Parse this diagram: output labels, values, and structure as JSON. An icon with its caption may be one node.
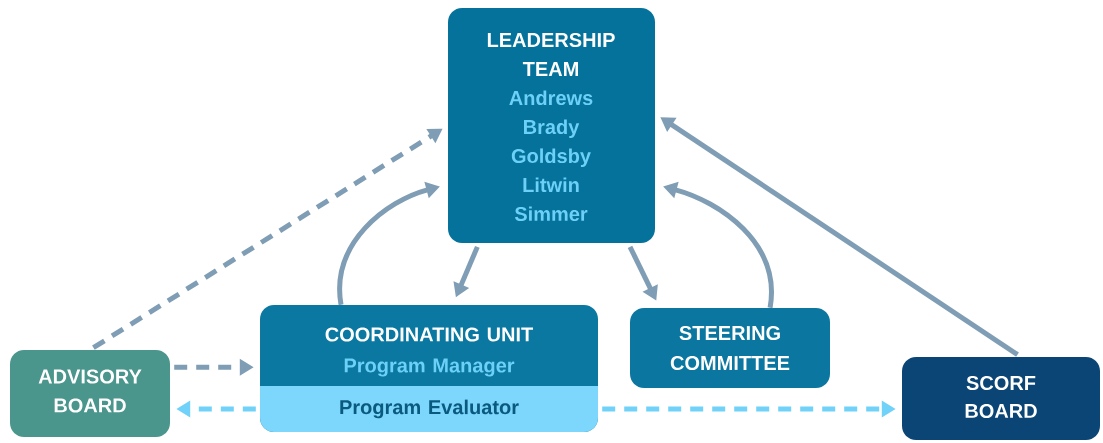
{
  "diagram": {
    "nodes": [
      {
        "text": [
          "LEADERSHIP TEAM",
          "Andrews",
          "Brady",
          "Goldsby",
          "Litwin",
          "Simmer"
        ]
      },
      {
        "text": [
          "COORDINATING UNIT",
          "Program Manager"
        ]
      },
      {
        "text": [
          "Program Evaluator"
        ],
        "in": 1
      },
      {
        "text": [
          "STEERING COMMITTEE"
        ]
      },
      {
        "text": [
          "ADVISORY BOARD"
        ]
      },
      {
        "text": [
          "SCORF BOARD"
        ]
      }
    ],
    "edges": [
      {
        "from": 4,
        "to": 0,
        "arrow": "to",
        "style": "dashed"
      },
      {
        "from": 4,
        "to": 1,
        "arrow": "to",
        "style": "dashed"
      },
      {
        "from": 0,
        "to": 1,
        "arrow": "to"
      },
      {
        "from": 0,
        "to": 3,
        "arrow": "to"
      },
      {
        "from": 1,
        "to": 0,
        "arrow": "to"
      },
      {
        "from": 3,
        "to": 0,
        "arrow": "to"
      },
      {
        "from": 5,
        "to": 0,
        "arrow": "to"
      },
      {
        "from": 2,
        "to": 4,
        "arrow": "to",
        "style": "dashed",
        "color": "#70d2f8"
      },
      {
        "from": 2,
        "to": 5,
        "arrow": "to",
        "style": "dashed",
        "color": "#70d2f8"
      }
    ]
  }
}
